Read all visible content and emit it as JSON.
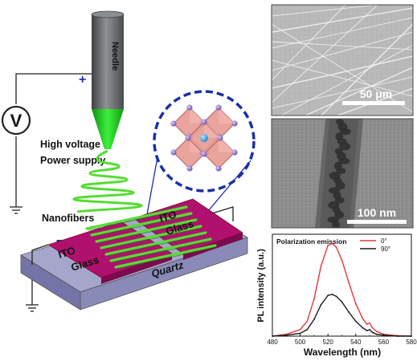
{
  "schematic": {
    "needle_label": "Needle",
    "polarity_label": "+",
    "voltmeter_symbol": "V",
    "power_supply_line1": "High voltage",
    "power_supply_line2": "Power supply",
    "nanofibers_label": "Nanofibers",
    "ito_left_line1": "ITO",
    "ito_left_line2": "Glass",
    "ito_right_line1": "ITO",
    "ito_right_line2": "Glass",
    "substrate_label": "Quartz",
    "colors": {
      "needle_body": "#6b6f72",
      "needle_tip": "#22cc22",
      "fiber": "#55dd33",
      "ito": "#b0106e",
      "quartz_top": "#a6a6cc",
      "quartz_side": "#8a8ab8",
      "dashed_circle": "#1a2fa8",
      "octahedron": "#e79a93",
      "halide_atom": "#8a6fc4",
      "center_atom": "#3fa8e0"
    }
  },
  "micrographs": {
    "sem_scale_bar": "50 μm",
    "tem_scale_bar": "100 nm"
  },
  "chart_data": {
    "type": "line",
    "title": "Polarization emission",
    "xlabel": "Wavelength (nm)",
    "ylabel": "PL intensity (a.u.)",
    "xlim": [
      480,
      580
    ],
    "xticks": [
      480,
      500,
      520,
      540,
      560,
      580
    ],
    "ylim": [
      0,
      1.1
    ],
    "legend_position": "top-right",
    "grid": false,
    "series": [
      {
        "name": "0°",
        "color": "#e23b3b",
        "x": [
          480,
          490,
          500,
          505,
          510,
          515,
          520,
          523,
          526,
          530,
          535,
          540,
          545,
          548,
          550,
          552,
          555,
          560,
          570,
          580
        ],
        "y": [
          0.0,
          0.02,
          0.07,
          0.16,
          0.4,
          0.76,
          0.98,
          1.0,
          0.96,
          0.82,
          0.58,
          0.35,
          0.19,
          0.13,
          0.14,
          0.09,
          0.05,
          0.02,
          0.005,
          0.0
        ]
      },
      {
        "name": "90°",
        "color": "#1a1a1a",
        "x": [
          480,
          490,
          500,
          505,
          510,
          515,
          520,
          523,
          526,
          530,
          535,
          540,
          545,
          548,
          550,
          552,
          555,
          560,
          570,
          580
        ],
        "y": [
          0.0,
          0.01,
          0.03,
          0.07,
          0.18,
          0.34,
          0.44,
          0.45,
          0.43,
          0.37,
          0.26,
          0.16,
          0.09,
          0.06,
          0.07,
          0.04,
          0.02,
          0.01,
          0.0,
          0.0
        ]
      }
    ]
  }
}
